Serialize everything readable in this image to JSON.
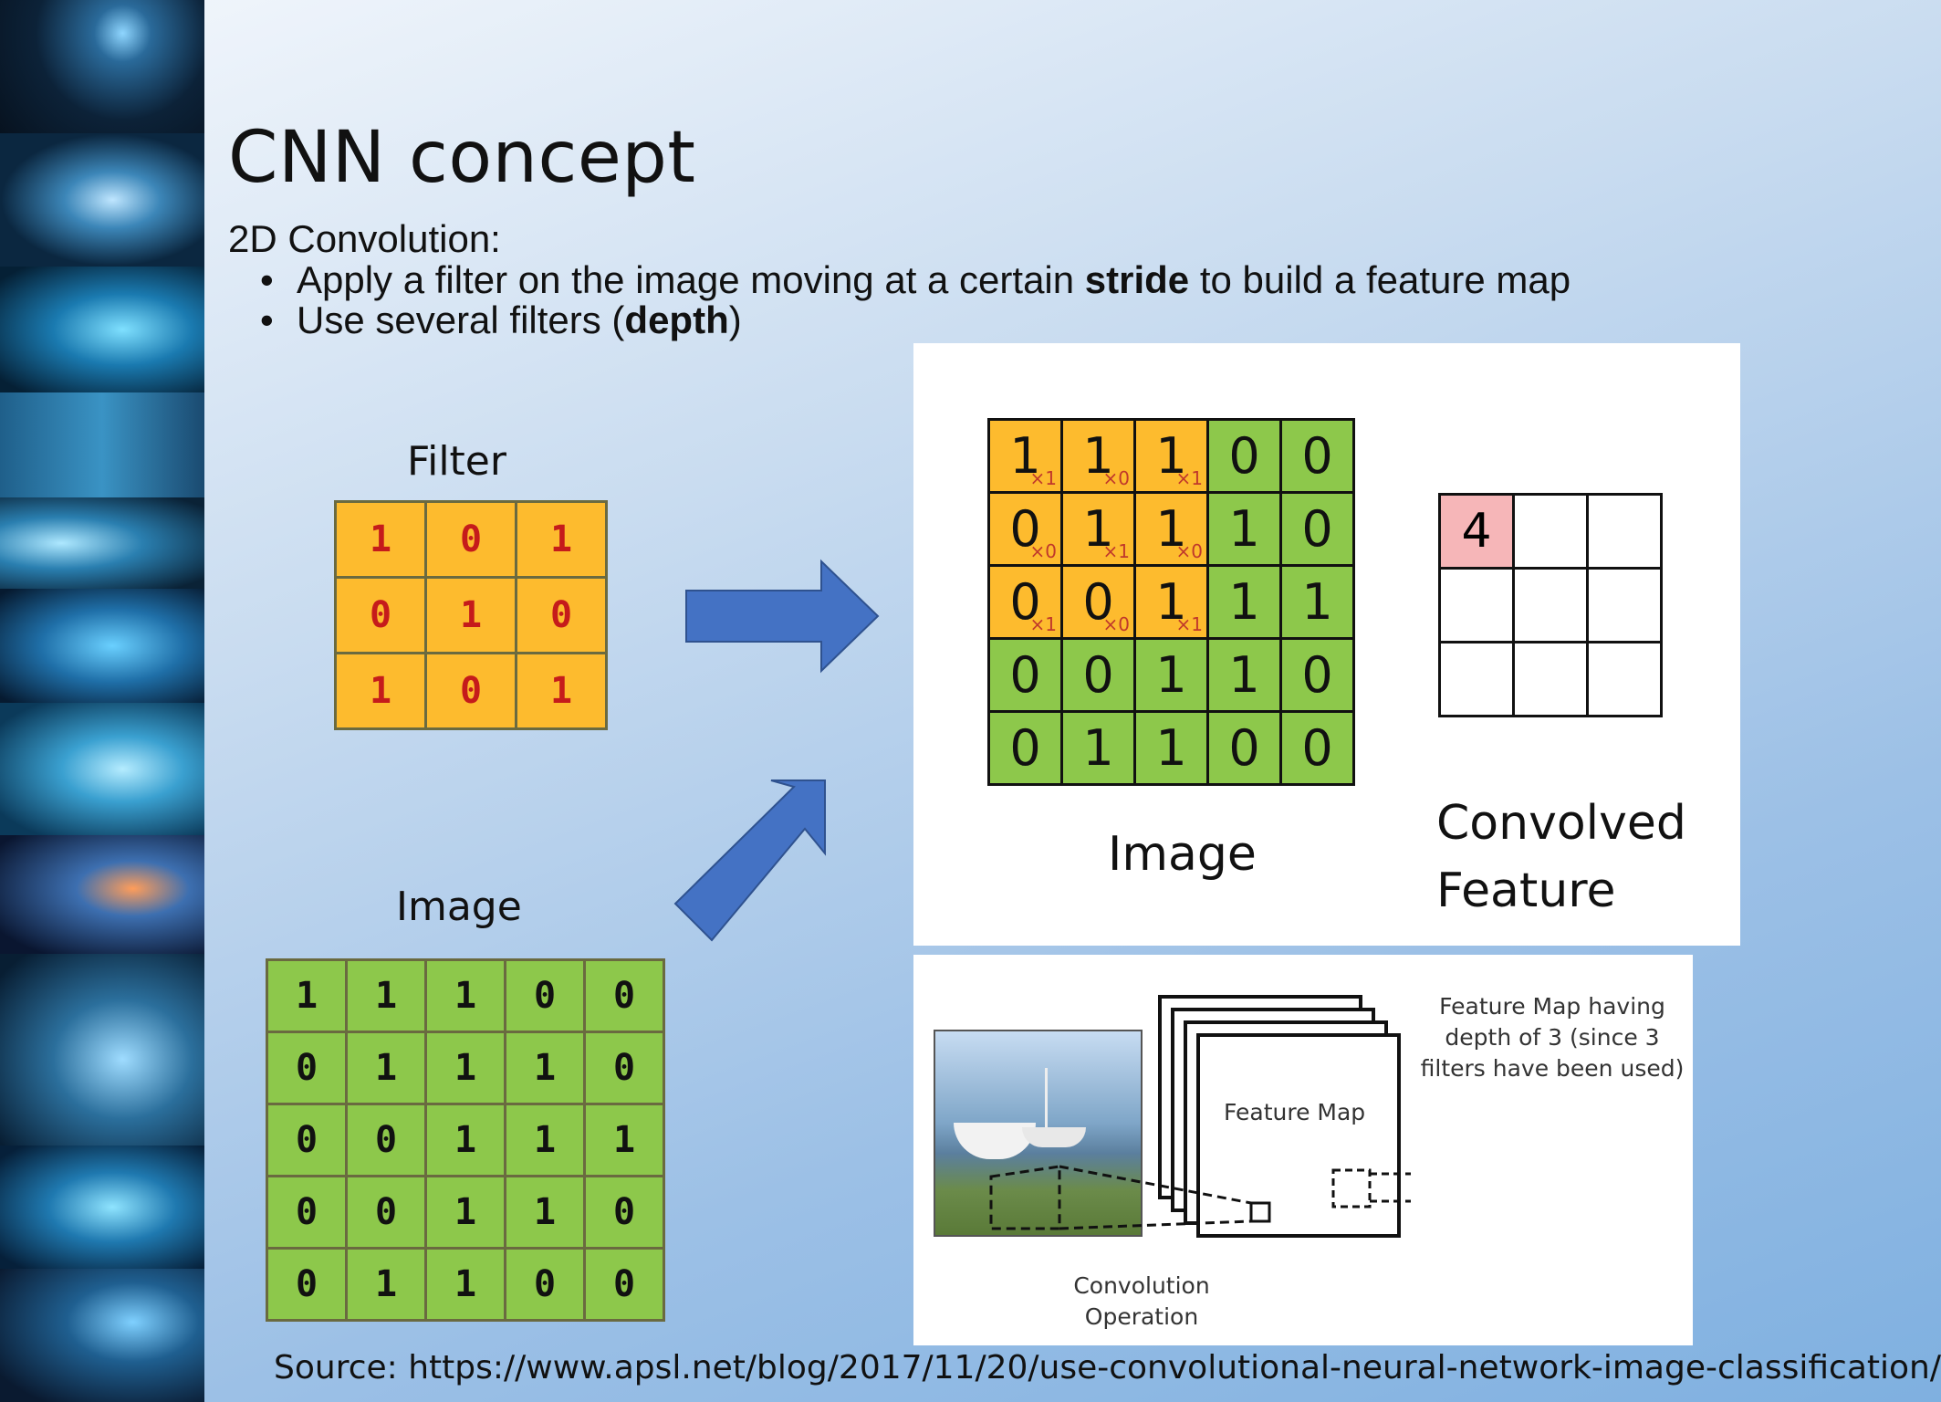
{
  "slide": {
    "title": "CNN concept",
    "subtitle": "2D Convolution:",
    "bullets": [
      {
        "pre": "Apply a filter on the image moving at a certain ",
        "bold": "stride",
        "post": " to build a feature map"
      },
      {
        "pre": "Use several filters (",
        "bold": "depth",
        "post": ")"
      }
    ],
    "filter_label": "Filter",
    "image_label": "Image",
    "filter_matrix": [
      [
        1,
        0,
        1
      ],
      [
        0,
        1,
        0
      ],
      [
        1,
        0,
        1
      ]
    ],
    "image_matrix": [
      [
        1,
        1,
        1,
        0,
        0
      ],
      [
        0,
        1,
        1,
        1,
        0
      ],
      [
        0,
        0,
        1,
        1,
        1
      ],
      [
        0,
        0,
        1,
        1,
        0
      ],
      [
        0,
        1,
        1,
        0,
        0
      ]
    ],
    "source": "Source: https://www.apsl.net/blog/2017/11/20/use-convolutional-neural-network-image-classification/"
  },
  "panel1": {
    "image_label": "Image",
    "convolved_label_line1": "Convolved",
    "convolved_label_line2": "Feature",
    "weights": [
      [
        "×1",
        "×0",
        "×1"
      ],
      [
        "×0",
        "×1",
        "×0"
      ],
      [
        "×1",
        "×0",
        "×1"
      ]
    ],
    "first_output": "4"
  },
  "panel2": {
    "feature_map_label": "Feature Map",
    "note_line1": "Feature Map having",
    "note_line2": "depth of 3 (since 3",
    "note_line3": "filters have been used)",
    "op_line1": "Convolution",
    "op_line2": "Operation"
  },
  "colors": {
    "orange": "#fdbb2e",
    "green": "#8dc84b",
    "red_digit": "#c51b1b",
    "arrow": "#4472c4",
    "highlight": "#f6b6b8"
  }
}
